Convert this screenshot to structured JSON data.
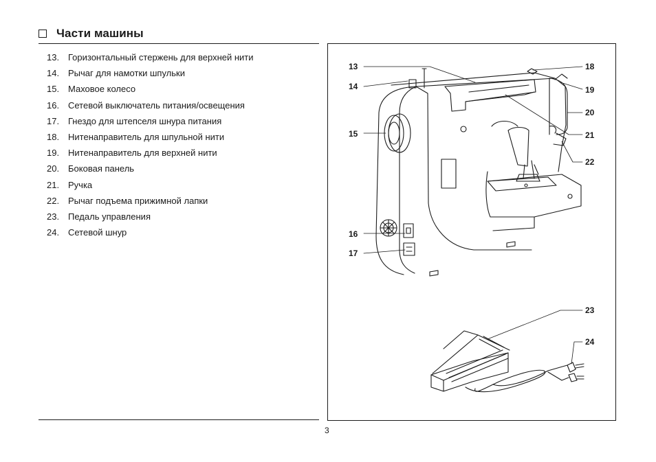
{
  "header": {
    "title": "Части машины"
  },
  "parts": [
    {
      "num": "13.",
      "label": "Горизонтальный стержень для верхней нити"
    },
    {
      "num": "14.",
      "label": "Рычаг для намотки шпульки"
    },
    {
      "num": "15.",
      "label": "Маховое колесо"
    },
    {
      "num": "16.",
      "label": "Сетевой выключатель питания/освещения"
    },
    {
      "num": "17.",
      "label": "Гнездо для штепселя шнура питания"
    },
    {
      "num": "18.",
      "label": "Нитенаправитель для шпульной нити"
    },
    {
      "num": "19.",
      "label": "Нитенаправитель для верхней нити"
    },
    {
      "num": "20.",
      "label": "Боковая панель"
    },
    {
      "num": "21.",
      "label": "Ручка"
    },
    {
      "num": "22.",
      "label": "Рычаг подъема прижимной лапки"
    },
    {
      "num": "23.",
      "label": "Педаль управления"
    },
    {
      "num": "24.",
      "label": "Сетевой шнур"
    }
  ],
  "figure": {
    "callouts": {
      "c13": "13",
      "c14": "14",
      "c15": "15",
      "c16": "16",
      "c17": "17",
      "c18": "18",
      "c19": "19",
      "c20": "20",
      "c21": "21",
      "c22": "22",
      "c23": "23",
      "c24": "24"
    }
  },
  "footer": {
    "page_number": "3"
  }
}
